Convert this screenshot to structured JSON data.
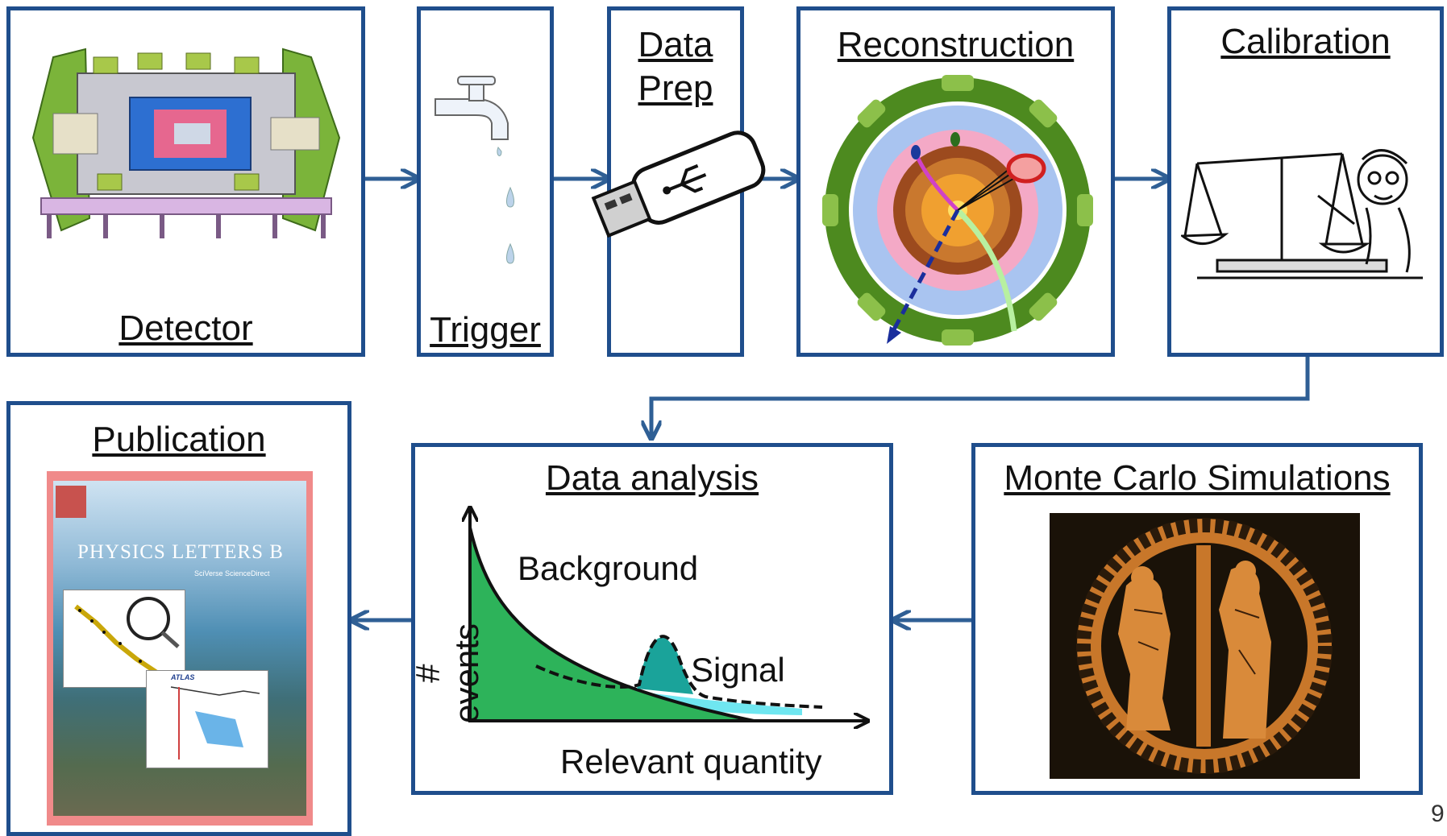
{
  "stages": {
    "detector": "Detector",
    "trigger": "Trigger",
    "data_prep": [
      "Data",
      "Prep"
    ],
    "reconstruction": "Reconstruction",
    "calibration": "Calibration",
    "publication": "Publication",
    "data_analysis": "Data analysis",
    "monte_carlo": "Monte Carlo Simulations"
  },
  "journal_cover": {
    "title": "PHYSICS LETTERS B",
    "subtitle": "SciVerse ScienceDirect",
    "inset_label": "ATLAS"
  },
  "analysis_plot": {
    "ylabel": "# events",
    "xlabel": "Relevant quantity",
    "background_label": "Background",
    "signal_label": "Signal",
    "colors": {
      "background": "#2db35a",
      "signal": "#1aa39a",
      "tail": "#6fe6f0"
    }
  },
  "page_number": "9",
  "colors": {
    "border": "#1f4e8c",
    "arrow": "#2f5f95"
  }
}
